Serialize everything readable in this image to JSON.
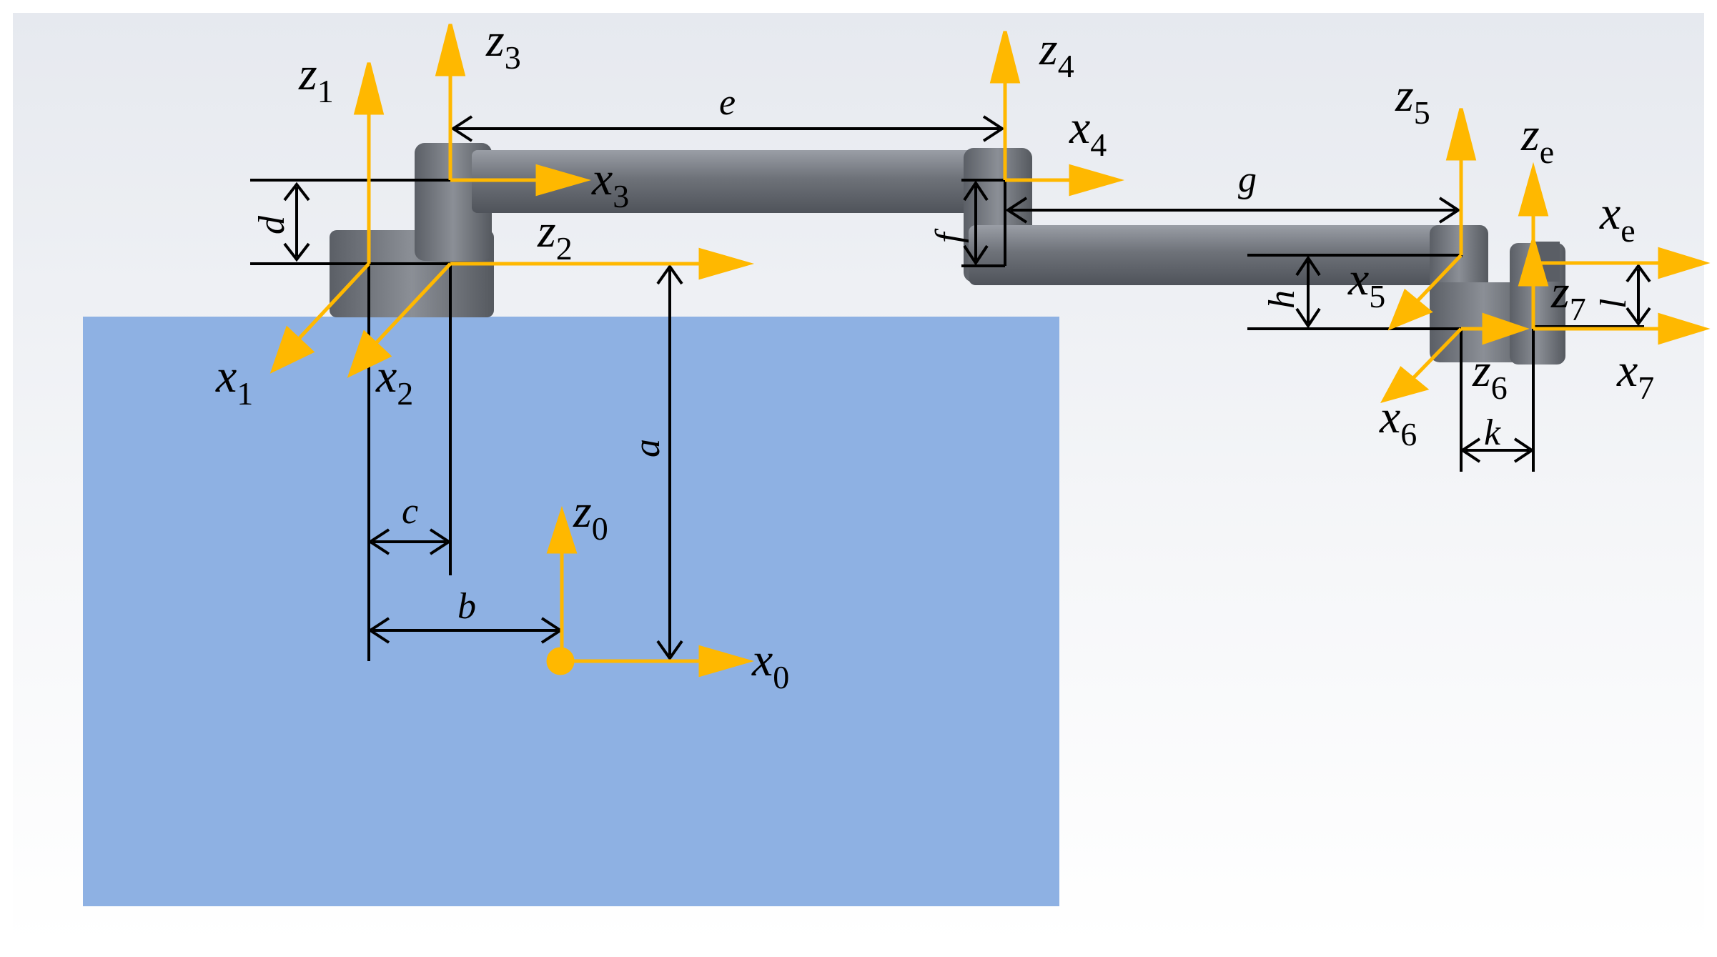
{
  "colors": {
    "base_fill": "#8eb1e3",
    "axis": "#ffb800",
    "dimension": "#000000",
    "arm_body": "#70747c",
    "background_top": "#e6e9ef"
  },
  "frames": [
    {
      "letter": "z",
      "sub": "0"
    },
    {
      "letter": "x",
      "sub": "0"
    },
    {
      "letter": "z",
      "sub": "1"
    },
    {
      "letter": "x",
      "sub": "1"
    },
    {
      "letter": "z",
      "sub": "2"
    },
    {
      "letter": "x",
      "sub": "2"
    },
    {
      "letter": "z",
      "sub": "3"
    },
    {
      "letter": "x",
      "sub": "3"
    },
    {
      "letter": "z",
      "sub": "4"
    },
    {
      "letter": "x",
      "sub": "4"
    },
    {
      "letter": "z",
      "sub": "5"
    },
    {
      "letter": "x",
      "sub": "5"
    },
    {
      "letter": "z",
      "sub": "6"
    },
    {
      "letter": "x",
      "sub": "6"
    },
    {
      "letter": "z",
      "sub": "7"
    },
    {
      "letter": "x",
      "sub": "7"
    },
    {
      "letter": "z",
      "sub": "e"
    },
    {
      "letter": "x",
      "sub": "e"
    }
  ],
  "dimensions": [
    "a",
    "b",
    "c",
    "d",
    "e",
    "f",
    "g",
    "h",
    "k",
    "l"
  ]
}
